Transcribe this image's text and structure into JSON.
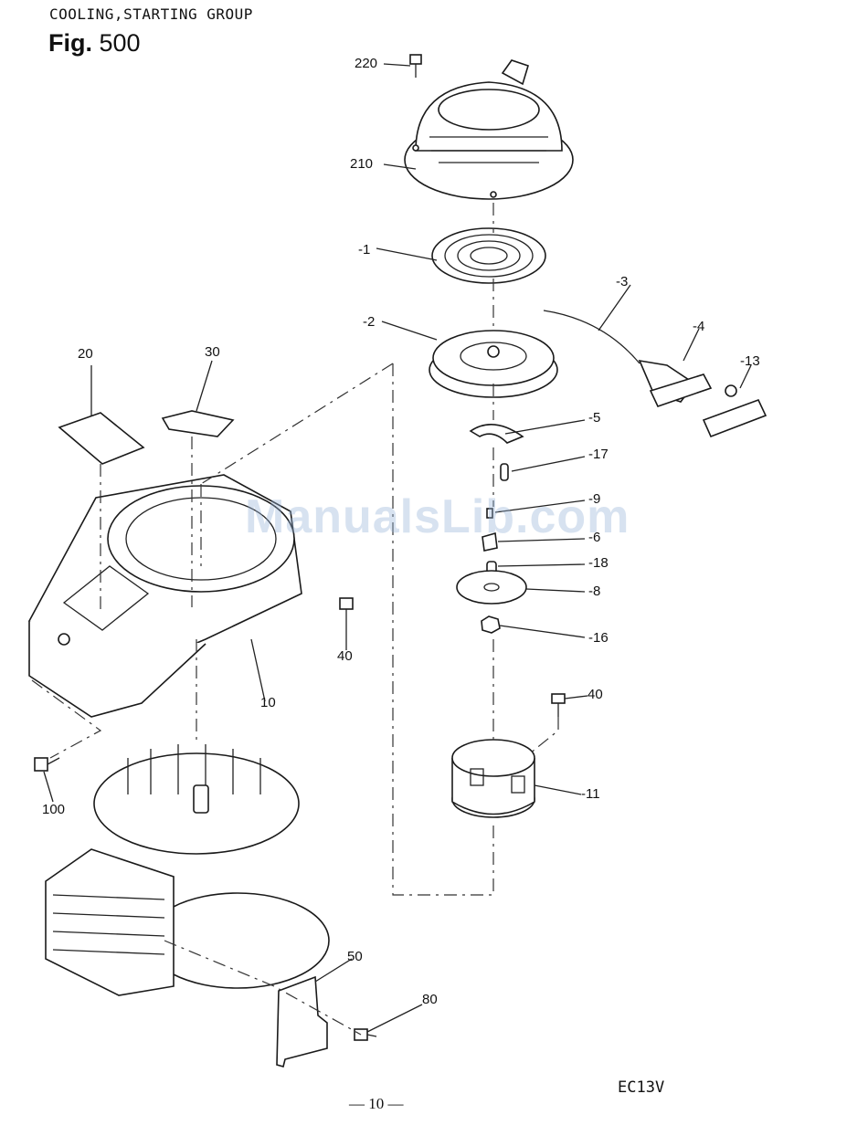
{
  "header": {
    "group_title": "COOLING,STARTING GROUP",
    "fig_prefix": "Fig.",
    "fig_number": "500"
  },
  "watermark": "ManualsLib.com",
  "labels": {
    "p220": "220",
    "p210": "210",
    "p1": "-1",
    "p2": "-2",
    "p3": "-3",
    "p4": "-4",
    "p13": "-13",
    "p5": "-5",
    "p17": "-17",
    "p9": "-9",
    "p6": "-6",
    "p18": "-18",
    "p8": "-8",
    "p16": "-16",
    "p40a": "40",
    "p40b": "40",
    "p11": "-11",
    "p20": "20",
    "p30": "30",
    "p10": "10",
    "p100": "100",
    "p50": "50",
    "p80": "80"
  },
  "footer": {
    "page": "— 10 —",
    "model": "EC13V"
  }
}
